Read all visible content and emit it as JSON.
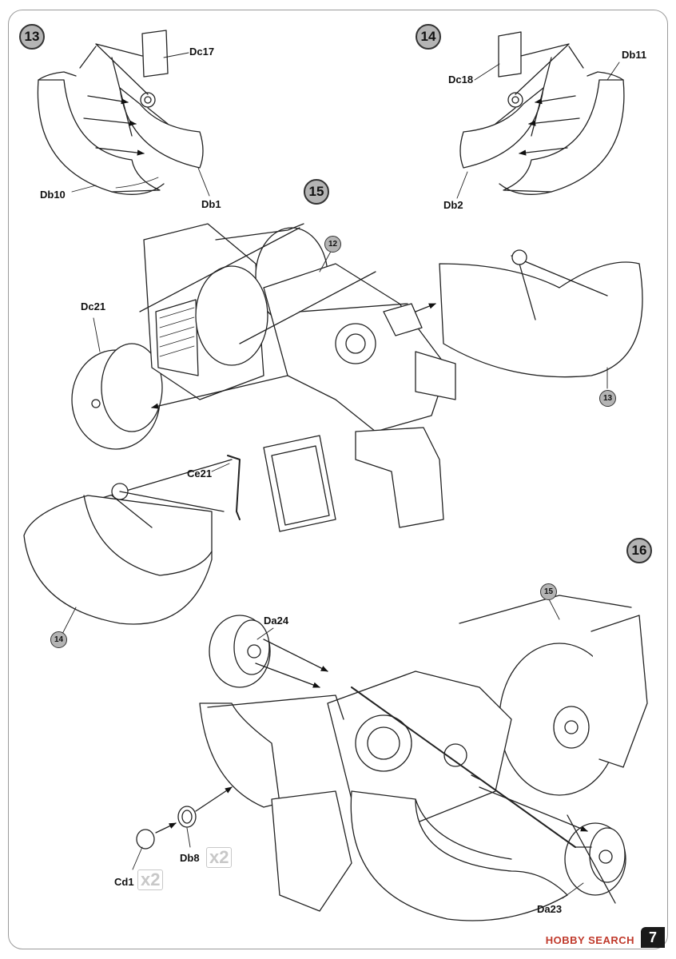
{
  "steps": {
    "s13": "13",
    "s14": "14",
    "s15": "15",
    "s16": "16"
  },
  "refs": {
    "r12": "12",
    "r13": "13",
    "r14": "14",
    "r15": "15"
  },
  "parts": {
    "dc17": "Dc17",
    "db10": "Db10",
    "db1": "Db1",
    "dc18": "Dc18",
    "db11": "Db11",
    "db2": "Db2",
    "dc21": "Dc21",
    "ce21": "Ce21",
    "da24": "Da24",
    "db8": "Db8",
    "cd1": "Cd1",
    "da23": "Da23"
  },
  "quantities": {
    "db8": "x2",
    "cd1": "x2"
  },
  "page_number": "7",
  "watermark": "HOBBY SEARCH"
}
